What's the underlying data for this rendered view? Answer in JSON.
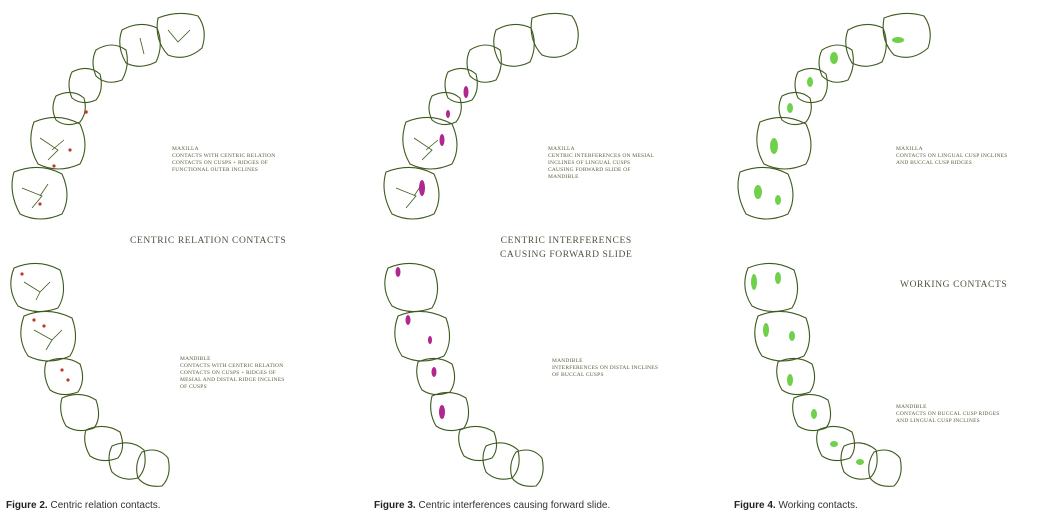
{
  "figures": [
    {
      "id": "fig2",
      "contact_color": "#c0392b",
      "upper_label": [
        "MAXILLA",
        "CONTACTS WITH CENTRIC RELATION",
        "CONTACTS ON CUSPS + RIDGES OF",
        "FUNCTIONAL OUTER INCLINES"
      ],
      "center_label": [
        "CENTRIC RELATION CONTACTS"
      ],
      "lower_label": [
        "MANDIBLE",
        "CONTACTS WITH CENTRIC RELATION",
        "CONTACTS ON CUSPS + RIDGES OF",
        "MESIAL AND DISTAL RIDGE INCLINES",
        "OF CUSPS"
      ],
      "caption_prefix": "Figure 2.",
      "caption_text": "Centric relation contacts."
    },
    {
      "id": "fig3",
      "contact_color": "#b0278f",
      "upper_label": [
        "MAXILLA",
        "CENTRIC INTERFERENCES ON MESIAL",
        "INCLINES OF LINGUAL CUSPS",
        "CAUSING FORWARD SLIDE OF",
        "MANDIBLE"
      ],
      "center_label": [
        "CENTRIC INTERFERENCES",
        "CAUSING FORWARD SLIDE"
      ],
      "lower_label": [
        "MANDIBLE",
        "INTERFERENCES ON DISTAL INCLINES",
        "OF BUCCAL CUSPS"
      ],
      "caption_prefix": "Figure 3.",
      "caption_text": "Centric interferences causing forward slide."
    },
    {
      "id": "fig4",
      "contact_color": "#6fd14a",
      "upper_label": [
        "MAXILLA",
        "CONTACTS ON LINGUAL CUSP INCLINES",
        "AND BUCCAL CUSP RIDGES"
      ],
      "center_label": [
        "WORKING CONTACTS"
      ],
      "lower_label": [
        "MANDIBLE",
        "CONTACTS ON BUCCAL CUSP RIDGES",
        "AND LINGUAL CUSP INCLINES"
      ],
      "caption_prefix": "Figure 4.",
      "caption_text": "Working contacts."
    }
  ],
  "outline_color": "#3d5a1e"
}
